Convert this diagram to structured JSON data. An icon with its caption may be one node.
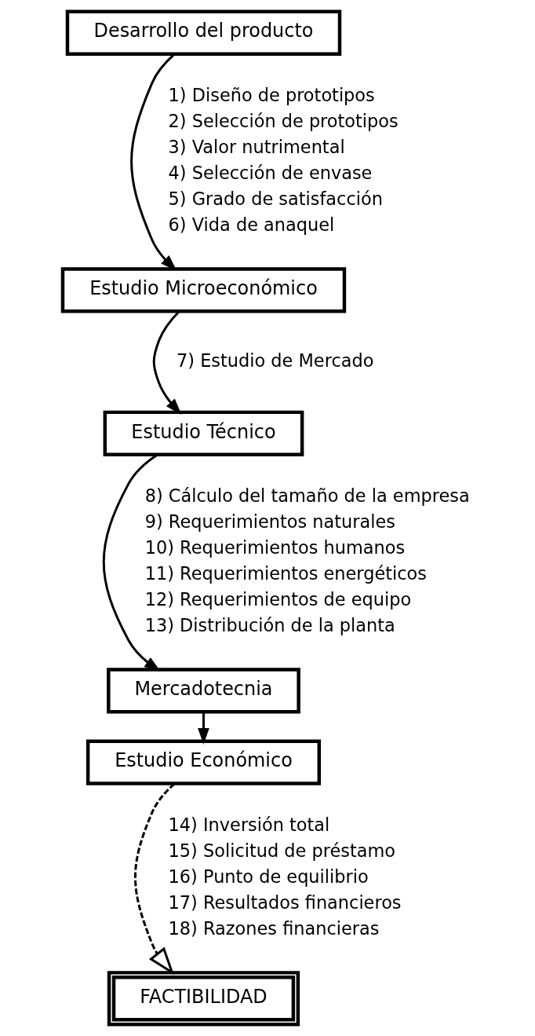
{
  "diagram": {
    "nodes": [
      {
        "text": [
          "Desarrollo del producto"
        ]
      },
      {
        "text": [
          "Estudio Microeconómico"
        ]
      },
      {
        "text": [
          "Estudio Técnico"
        ]
      },
      {
        "text": [
          "Mercadotecnia"
        ]
      },
      {
        "text": [
          "Estudio Económico"
        ]
      },
      {
        "text": [
          "FACTIBILIDAD"
        ]
      }
    ],
    "edges": [
      {
        "from": 0,
        "to": 1,
        "arrow": "to"
      },
      {
        "from": 1,
        "to": 2,
        "arrow": "to"
      },
      {
        "from": 2,
        "to": 3,
        "arrow": "to"
      },
      {
        "from": 3,
        "to": 4,
        "arrow": "to"
      },
      {
        "from": 4,
        "to": 5,
        "arrow": "to",
        "style": "dashed"
      }
    ],
    "labels": [
      "1) Diseño de prototipos",
      "2) Selección de prototipos",
      "3) Valor nutrimental",
      "4) Selección de envase",
      "5) Grado de satisfacción",
      "6) Vida de anaquel",
      "7) Estudio de Mercado",
      "8) Cálculo del tamaño de la empresa",
      "9) Requerimientos naturales",
      "10) Requerimientos humanos",
      "11) Requerimientos energéticos",
      "12) Requerimientos de equipo",
      "13) Distribución de la planta",
      "14) Inversión total",
      "15) Solicitud de préstamo",
      "16) Punto de equilibrio",
      "17) Resultados financieros",
      "18) Razones financieras"
    ]
  }
}
